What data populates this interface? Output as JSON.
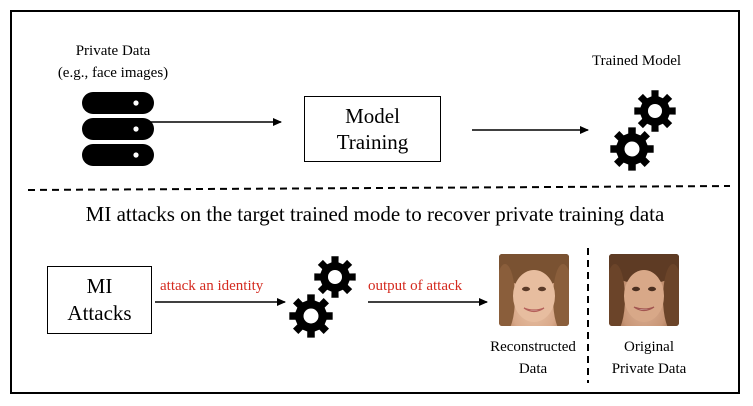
{
  "top": {
    "private_data_line1": "Private Data",
    "private_data_line2": "(e.g., face images)",
    "model_training_line1": "Model",
    "model_training_line2": "Training",
    "trained_model": "Trained Model"
  },
  "divider_caption": "MI attacks on the target trained mode to recover private training data",
  "bottom": {
    "mi_attacks_line1": "MI",
    "mi_attacks_line2": "Attacks",
    "attack_label": "attack an identity",
    "output_label": "output of attack",
    "reconstructed_line1": "Reconstructed",
    "reconstructed_line2": "Data",
    "original_line1": "Original",
    "original_line2": "Private Data"
  },
  "colors": {
    "annotation_red": "#d42a1f",
    "icon": "#000000"
  },
  "icons": [
    "database-icon",
    "gears-icon",
    "face-image"
  ]
}
